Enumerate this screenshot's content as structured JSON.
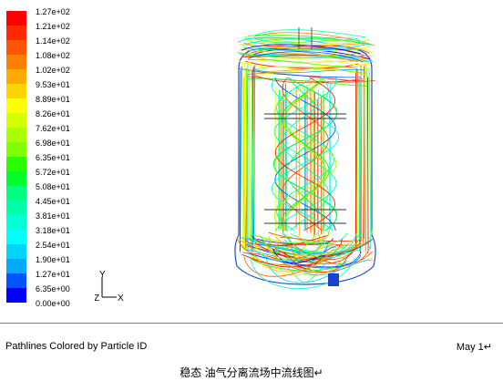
{
  "legend": {
    "labels": [
      "1.27e+02",
      "1.21e+02",
      "1.14e+02",
      "1.08e+02",
      "1.02e+02",
      "9.53e+01",
      "8.89e+01",
      "8.26e+01",
      "7.62e+01",
      "6.98e+01",
      "6.35e+01",
      "5.72e+01",
      "5.08e+01",
      "4.45e+01",
      "3.81e+01",
      "3.18e+01",
      "2.54e+01",
      "1.90e+01",
      "1.27e+01",
      "6.35e+00",
      "0.00e+00"
    ],
    "colors": [
      "#ff0000",
      "#ff2a00",
      "#ff5500",
      "#ff7f00",
      "#ffaa00",
      "#ffd400",
      "#ffff00",
      "#d4ff00",
      "#aaff00",
      "#7fff00",
      "#2aff00",
      "#00ff2a",
      "#00ff7f",
      "#00ffaa",
      "#00ffd4",
      "#00ffff",
      "#00d4ff",
      "#00aaff",
      "#0055ff",
      "#0000ff"
    ]
  },
  "axes": {
    "y_label": "Y",
    "z_label": "Z",
    "x_label": "X"
  },
  "footer": {
    "left": "Pathlines Colored by Particle ID",
    "right": "May 1↵"
  },
  "caption": "稳态  油气分离流场中流线图↵"
}
